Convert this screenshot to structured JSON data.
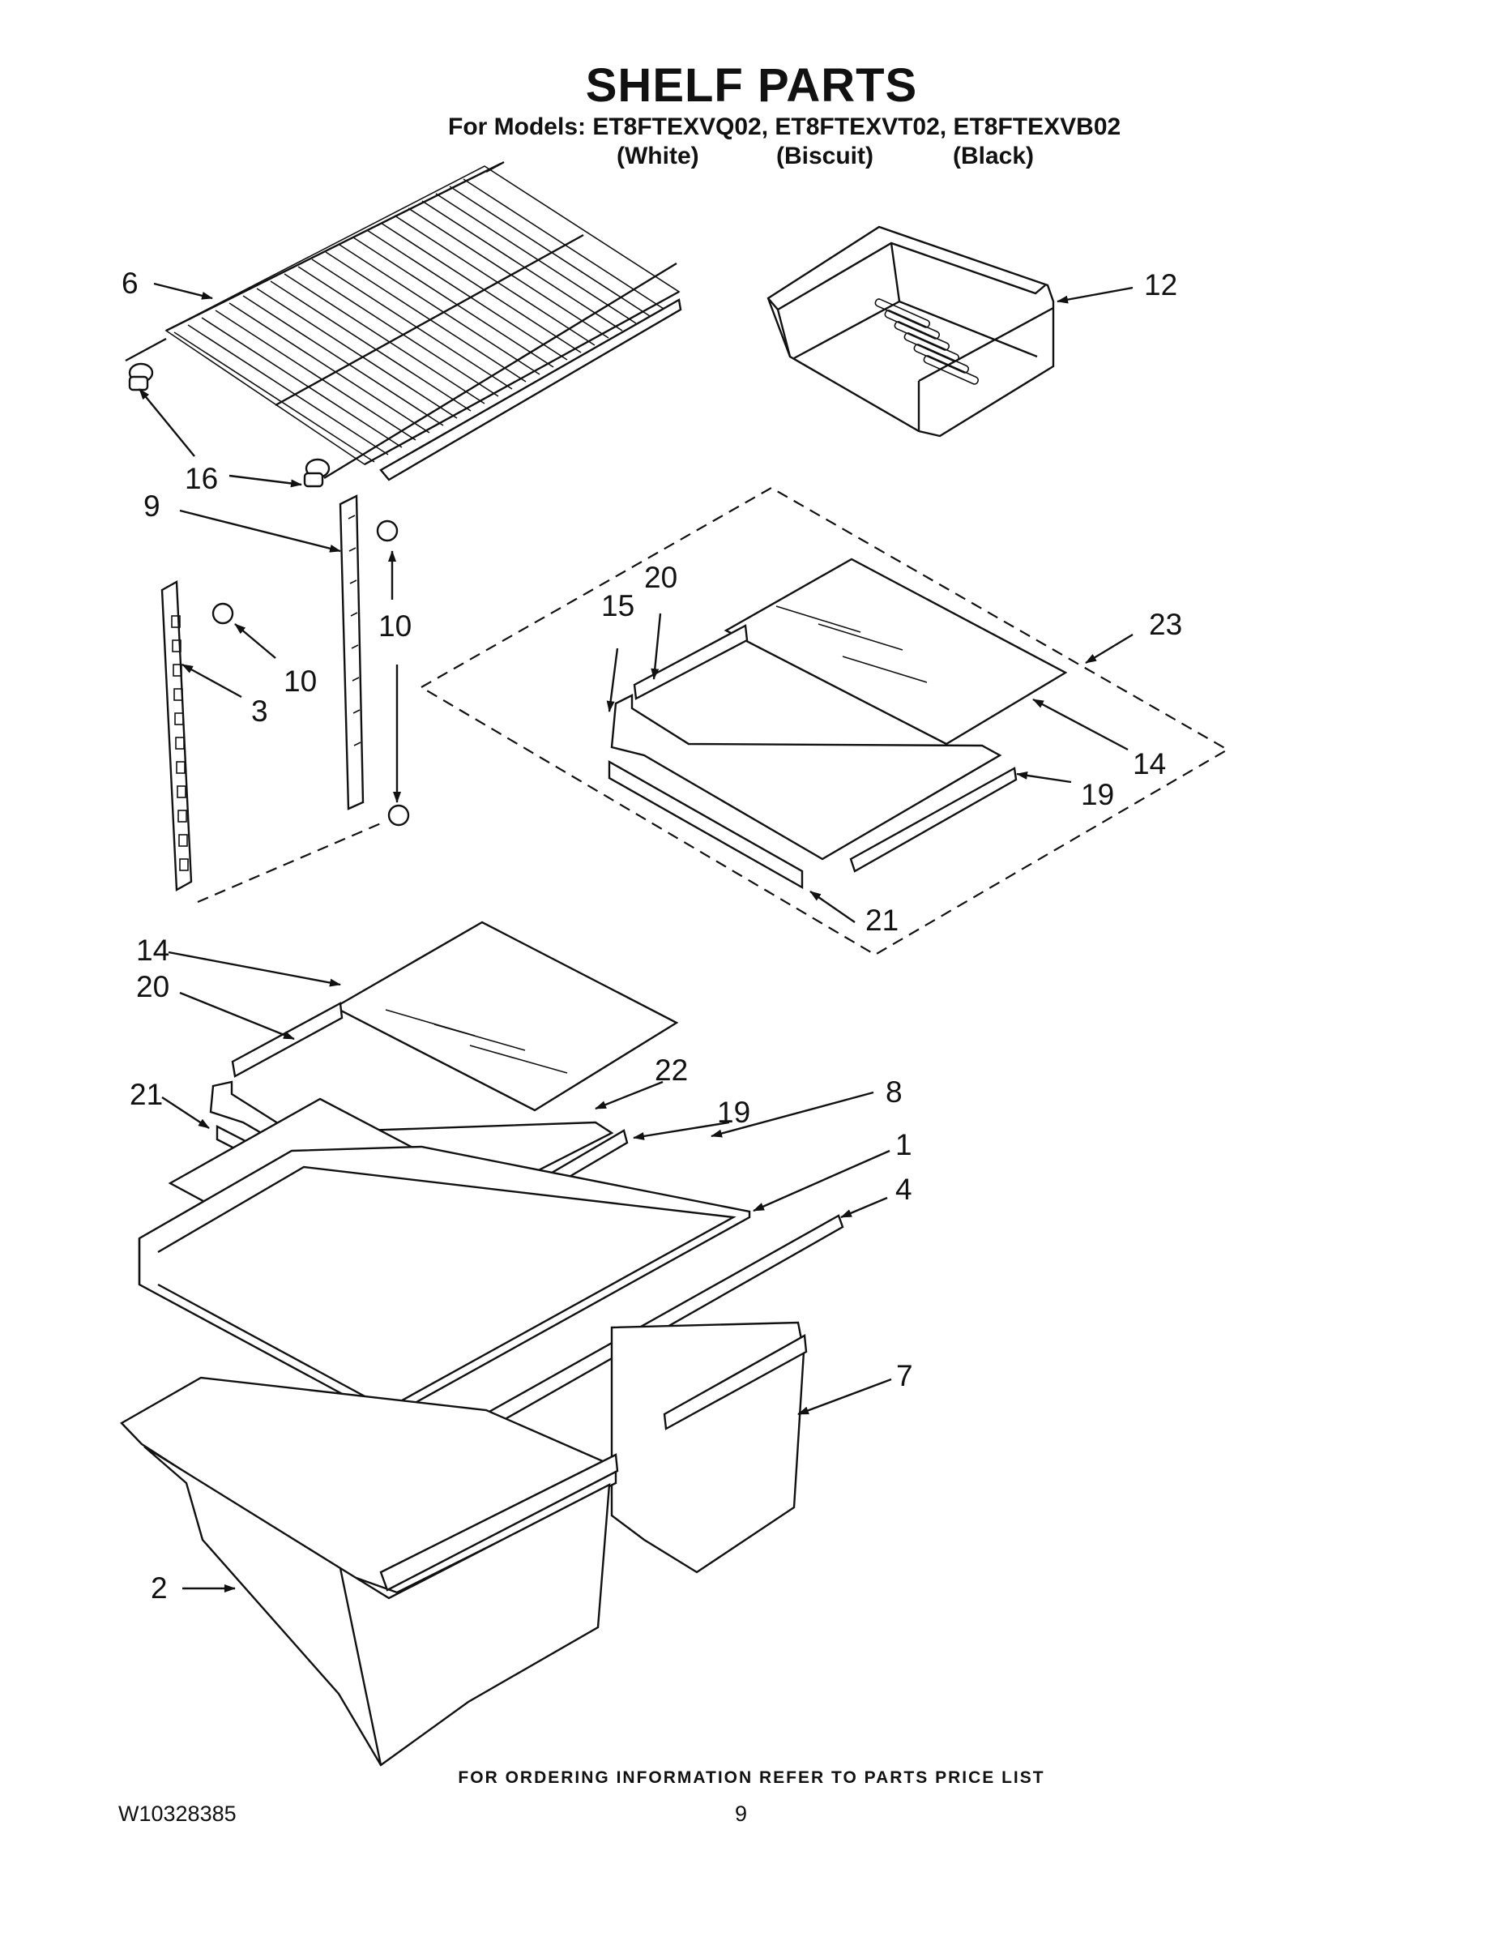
{
  "header": {
    "title": "SHELF PARTS",
    "models_line": "For Models: ET8FTEXVQ02, ET8FTEXVT02, ET8FTEXVB02",
    "colors": [
      "(White)",
      "(Biscuit)",
      "(Black)"
    ]
  },
  "callouts": {
    "c6": "6",
    "c12": "12",
    "c16": "16",
    "c9": "9",
    "c10a": "10",
    "c10b": "10",
    "c3": "3",
    "c15": "15",
    "c20a": "20",
    "c23": "23",
    "c14a": "14",
    "c19a": "19",
    "c21a": "21",
    "c14b": "14",
    "c20b": "20",
    "c22": "22",
    "c8": "8",
    "c21b": "21",
    "c19b": "19",
    "c1": "1",
    "c4": "4",
    "c7": "7",
    "c2": "2"
  },
  "footer": {
    "note": "FOR ORDERING INFORMATION REFER TO PARTS PRICE LIST",
    "doc_id": "W10328385",
    "page": "9"
  }
}
